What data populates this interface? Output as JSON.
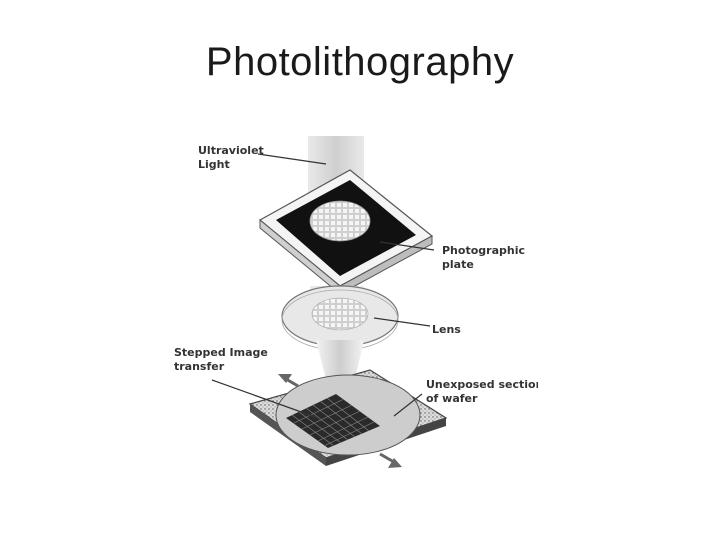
{
  "slide": {
    "title": "Photolithography"
  },
  "diagram": {
    "labels": {
      "uv_light_line1": "Ultraviolet",
      "uv_light_line2": "Light",
      "plate_line1": "Photographic",
      "plate_line2": "plate",
      "lens": "Lens",
      "stepped_line1": "Stepped Image",
      "stepped_line2": "transfer",
      "unexposed_line1": "Unexposed section",
      "unexposed_line2": "of wafer"
    },
    "colors": {
      "beam": "#d6d6d6",
      "plate_border": "#f2f2f2",
      "plate_mask": "#111111",
      "lens": "#e4e4e4",
      "wafer": "#cfcfcf",
      "grid": "#3a3a3a",
      "arrow": "#666666"
    }
  }
}
